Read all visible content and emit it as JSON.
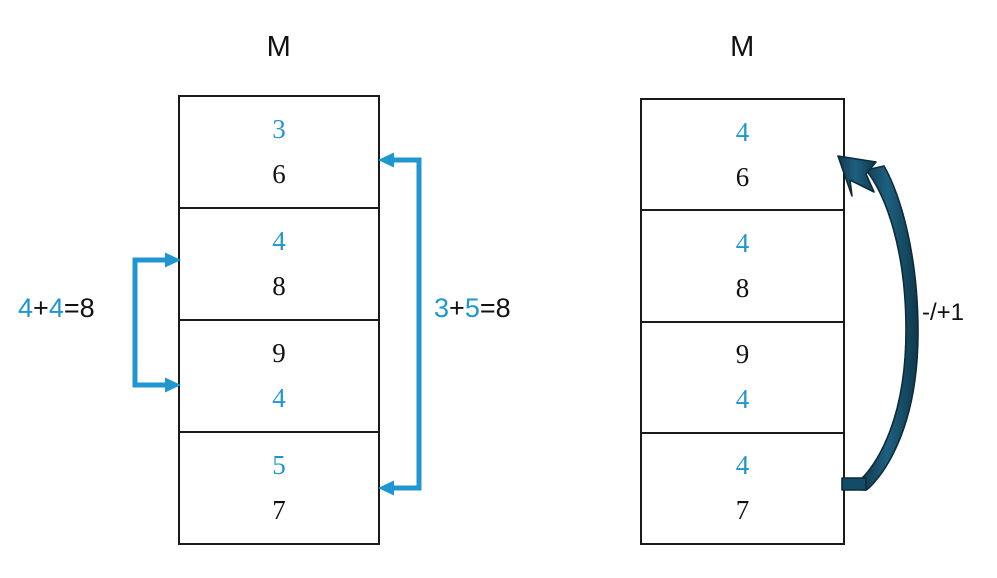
{
  "diagram": {
    "title_color_blue": "#1f97cc",
    "title_color_dark_teal": "#18506b",
    "panels": [
      {
        "name": "left-panel",
        "table_title": "M",
        "rows": [
          {
            "top": "3",
            "top_color": "blue",
            "bottom": "6",
            "bottom_color": "black"
          },
          {
            "top": "4",
            "top_color": "blue",
            "bottom": "8",
            "bottom_color": "black"
          },
          {
            "top": "9",
            "top_color": "black",
            "bottom": "4",
            "bottom_color": "blue"
          },
          {
            "top": "5",
            "top_color": "blue",
            "bottom": "7",
            "bottom_color": "black"
          }
        ],
        "annotations": [
          {
            "name": "left-bracket-annotation",
            "label_parts": [
              {
                "text": "4",
                "color": "blue"
              },
              {
                "text": "+",
                "color": "black"
              },
              {
                "text": "4",
                "color": "black_is_blue"
              },
              {
                "text": "=8",
                "color": "black"
              }
            ],
            "label_text": "4+4=8",
            "arrow_style": "blue-square-bracket-right"
          },
          {
            "name": "right-bracket-annotation",
            "label_text": "3+5=8",
            "arrow_style": "blue-square-bracket-left"
          }
        ]
      },
      {
        "name": "right-panel",
        "table_title": "M",
        "rows": [
          {
            "top": "4",
            "top_color": "blue",
            "bottom": "6",
            "bottom_color": "black"
          },
          {
            "top": "4",
            "top_color": "blue",
            "bottom": "8",
            "bottom_color": "black"
          },
          {
            "top": "9",
            "top_color": "black",
            "bottom": "4",
            "bottom_color": "blue"
          },
          {
            "top": "4",
            "top_color": "blue",
            "bottom": "7",
            "bottom_color": "black"
          }
        ],
        "annotations": [
          {
            "name": "curved-arrow-annotation",
            "label_text": "-/+1",
            "arrow_style": "dark-teal-curved-arrow-up"
          }
        ]
      }
    ],
    "equations": {
      "left": {
        "a": "4",
        "op": "+",
        "b": "4",
        "eq": "=8"
      },
      "right": {
        "a": "3",
        "op": "+",
        "b": "5",
        "eq": "=8"
      }
    },
    "right_label": "-/+1"
  }
}
